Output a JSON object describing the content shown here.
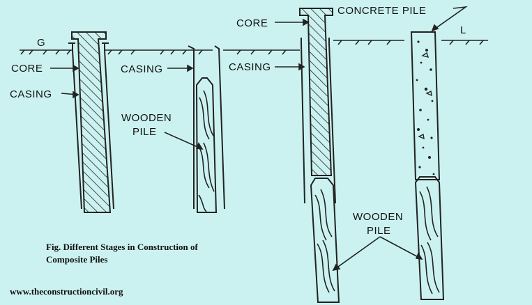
{
  "labels": {
    "g": "G",
    "l": "L",
    "core_left": "CORE",
    "casing_left": "CASING",
    "casing_mid": "CASING",
    "wooden_pile_mid_1": "WOODEN",
    "wooden_pile_mid_2": "PILE",
    "core_right": "CORE",
    "casing_right": "CASING",
    "concrete_pile": "CONCRETE PILE",
    "wooden_pile_right_1": "WOODEN",
    "wooden_pile_right_2": "PILE"
  },
  "caption": {
    "line1": "Fig. Different Stages in Construction of",
    "line2": "Composite Piles"
  },
  "website": "www.theconstructioncivil.org",
  "colors": {
    "background": "#cbf2f0",
    "ink": "#1a1a1a"
  }
}
